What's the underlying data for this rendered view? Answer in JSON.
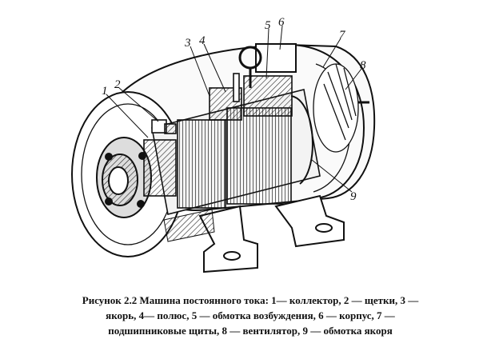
{
  "figure": {
    "callouts": [
      "1",
      "2",
      "3",
      "4",
      "5",
      "6",
      "7",
      "8",
      "9"
    ]
  },
  "caption": {
    "line1": "Рисунок    2.2   Машина постоянного тока:  1— коллектор,  2 — щетки,  3 —",
    "line2": "якорь, 4— полюс,  5 — обмотка возбуждения, 6 — корпус, 7 —",
    "line3": "подшипниковые щиты, 8 — вентилятор, 9 — обмотка якоря"
  }
}
